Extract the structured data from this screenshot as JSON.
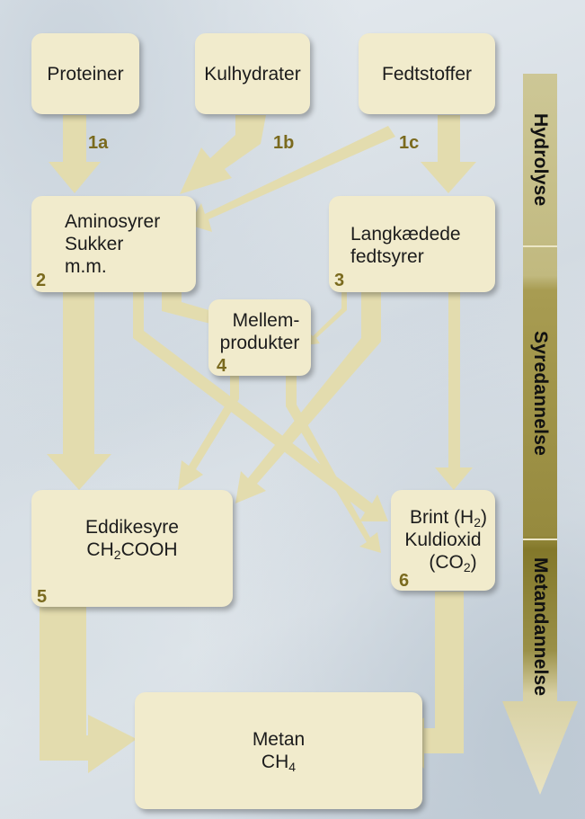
{
  "nodes": {
    "proteiner": {
      "label": "Proteiner"
    },
    "kulhydrater": {
      "label": "Kulhydrater"
    },
    "fedtstoffer": {
      "label": "Fedtstoffer"
    },
    "aminosyrer": {
      "lines": [
        "Aminosyrer",
        "Sukker",
        "m.m."
      ],
      "number": "2"
    },
    "langkaedede": {
      "lines": [
        "Langkædede",
        "fedtsyrer"
      ],
      "number": "3"
    },
    "mellemprodukter": {
      "lines": [
        "Mellem-",
        "produkter"
      ],
      "number": "4"
    },
    "eddikesyre": {
      "line1": "Eddikesyre",
      "formula_a": "CH",
      "formula_sub": "2",
      "formula_b": "COOH",
      "number": "5"
    },
    "brint": {
      "line1_a": "Brint (H",
      "line1_sub": "2",
      "line1_b": ")",
      "line2": "Kuldioxid",
      "line3_a": "(CO",
      "line3_sub": "2",
      "line3_b": ")",
      "number": "6"
    },
    "metan": {
      "line1": "Metan",
      "formula_a": "CH",
      "formula_sub": "4"
    }
  },
  "steps": [
    "1a",
    "1b",
    "1c"
  ],
  "phases": [
    "Hydrolyse",
    "Syredannelse",
    "Metandannelse"
  ],
  "colors": {
    "box": "#f1ebcc",
    "arrow": "#e3dcae",
    "number": "#7a6a1e",
    "phase_hydrolyse": "#c8c290",
    "phase_syredannelse": "#a59a4f",
    "phase_metandannelse": "#857a28"
  }
}
